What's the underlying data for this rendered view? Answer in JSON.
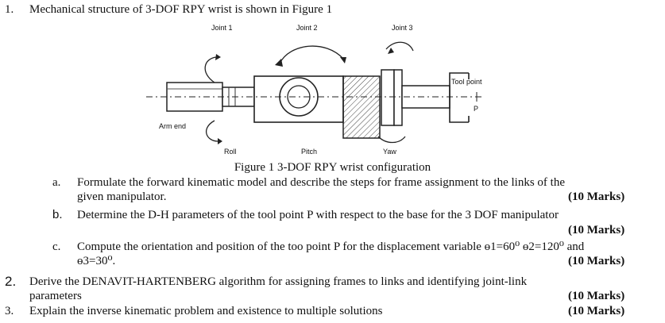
{
  "q1": {
    "number": "1.",
    "text": "Mechanical structure of 3-DOF RPY wrist is shown in Figure 1",
    "figure": {
      "labels": {
        "joint1": "Joint 1",
        "joint2": "Joint 2",
        "joint3": "Joint 3",
        "tool_point": "Tool point",
        "p": "P",
        "arm_end": "Arm end",
        "roll": "Roll",
        "pitch": "Pitch",
        "yaw": "Yaw"
      },
      "caption": "Figure 1 3-DOF RPY wrist configuration"
    },
    "parts": [
      {
        "letter": "a.",
        "line1": "Formulate the forward kinematic model and describe the steps for frame assignment to the links of the",
        "line2": "given manipulator.",
        "marks": "(10 Marks)"
      },
      {
        "letter": "b.",
        "line1": "Determine the D-H parameters of the tool point P with respect to the base for the 3 DOF manipulator",
        "marks": "(10 Marks)"
      },
      {
        "letter": "c.",
        "line1": "Compute the orientation and position of the too point P for the displacement variable ө1=60⁰ ө2=120⁰ and",
        "line2": "ө3=30⁰.",
        "marks": "(10 Marks)"
      }
    ]
  },
  "q2": {
    "number": "2.",
    "line1": "Derive the DENAVIT-HARTENBERG algorithm for assigning frames to links and identifying joint-link",
    "line2": "parameters",
    "marks": "(10 Marks)"
  },
  "q3": {
    "number": "3.",
    "text": "Explain the inverse kinematic problem and existence to multiple solutions",
    "marks": "(10 Marks)"
  }
}
